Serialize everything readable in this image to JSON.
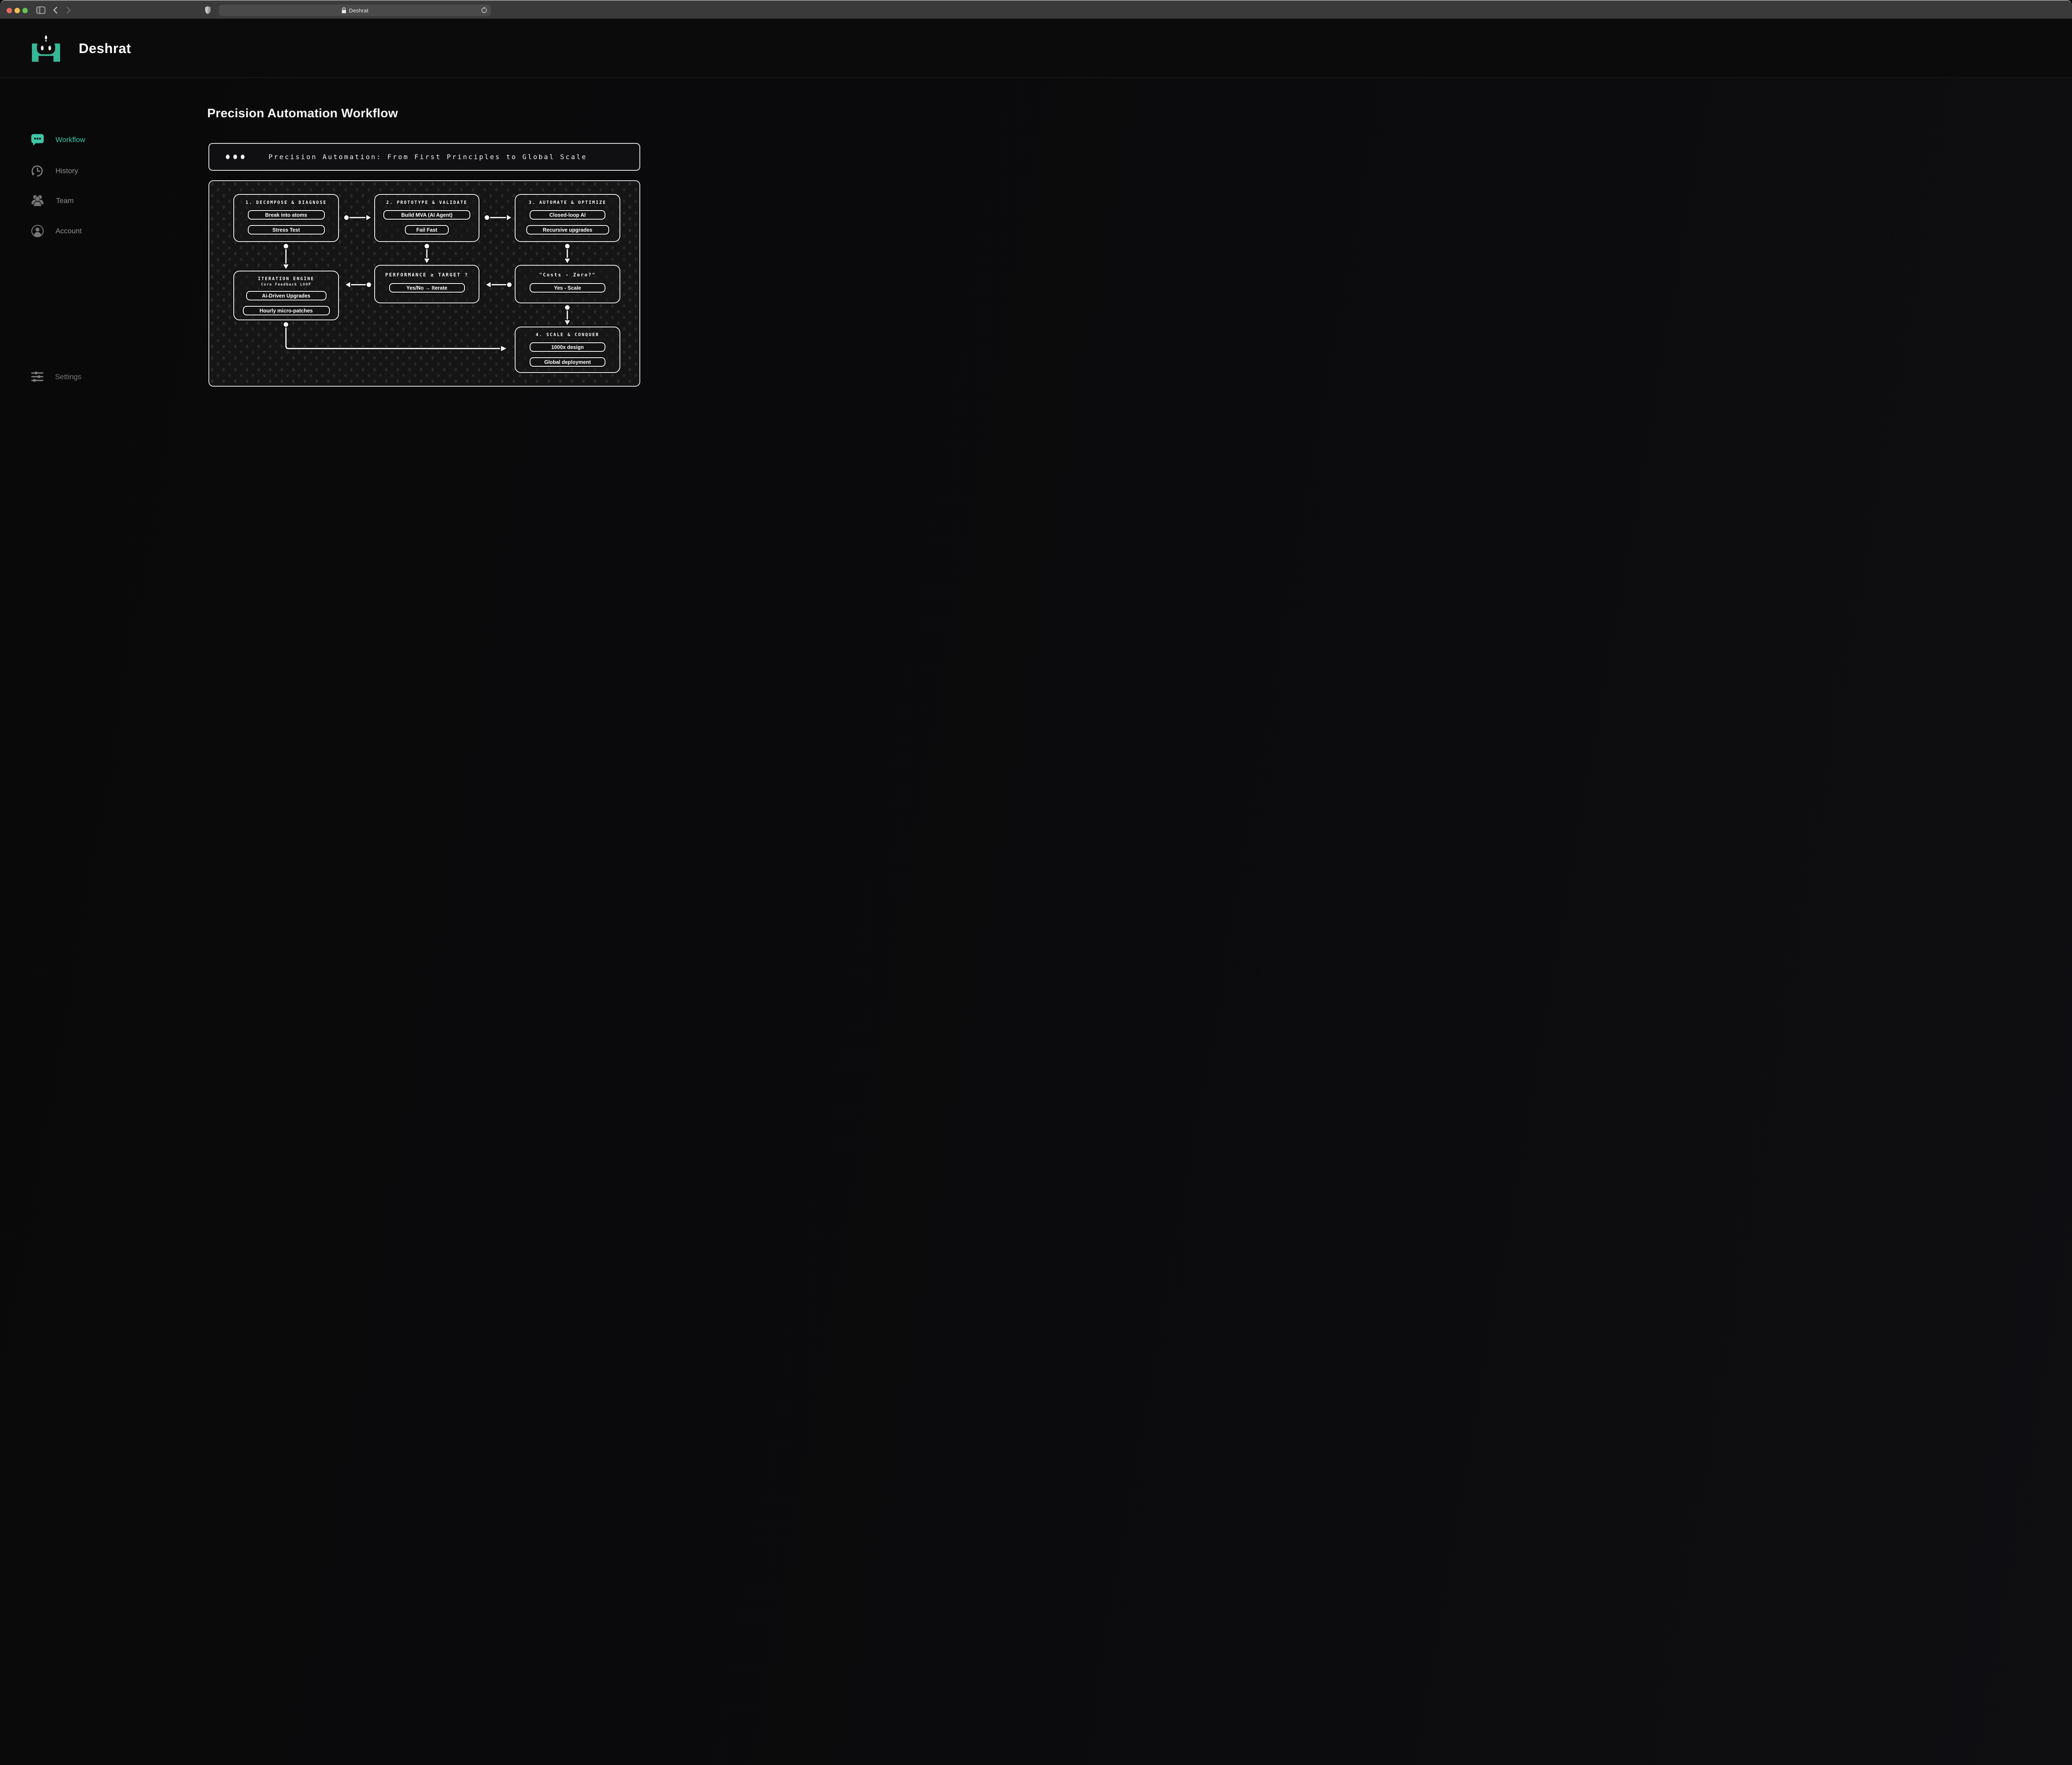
{
  "colors": {
    "accent": "#3ec6a5",
    "traffic_red": "#ec6a5e",
    "traffic_yellow": "#f4bf50",
    "traffic_green": "#62c655",
    "canvas_bg": "#151515",
    "node_border": "#ececec"
  },
  "browser": {
    "address": "Deshrat"
  },
  "header": {
    "brand": "Deshrat"
  },
  "sidebar": {
    "items": [
      {
        "label": "Workflow",
        "active": true
      },
      {
        "label": "History",
        "active": false
      },
      {
        "label": "Team",
        "active": false
      },
      {
        "label": "Account",
        "active": false
      },
      {
        "label": "Settings",
        "active": false
      }
    ]
  },
  "main": {
    "heading": "Precision Automation Workflow",
    "terminal_title": "Precision Automation: From First Principles to Global Scale"
  },
  "flow": {
    "nodes": [
      {
        "id": "decompose",
        "title": "1. DECOMPOSE & DIAGNOSE",
        "buttons": [
          "Break into atoms",
          "Stress Test"
        ]
      },
      {
        "id": "prototype",
        "title": "2. PROTOTYPE & VALIDATE",
        "buttons": [
          "Build MVA (AI Agent)",
          "Fail Fast"
        ]
      },
      {
        "id": "automate",
        "title": "3. AUTOMATE & OPTIMIZE",
        "buttons": [
          "Closed-loop AI",
          "Recursive upgrades"
        ]
      },
      {
        "id": "iteration",
        "title": "ITERATION ENGINE",
        "subtitle": "Core Feedback LOOP",
        "buttons": [
          "Ai-Driven Upgrades",
          "Hourly micro-patches"
        ]
      },
      {
        "id": "performance",
        "title": "PERFORMANCE ≥ TARGET ?",
        "buttons": [
          "Yes/No → Iterate"
        ]
      },
      {
        "id": "costs",
        "title": "\"Costs - Zero?\"",
        "buttons": [
          "Yes - Scale"
        ]
      },
      {
        "id": "scale",
        "title": "4. SCALE & CONQUER",
        "buttons": [
          "1000x design",
          "Global deployment"
        ]
      }
    ]
  }
}
